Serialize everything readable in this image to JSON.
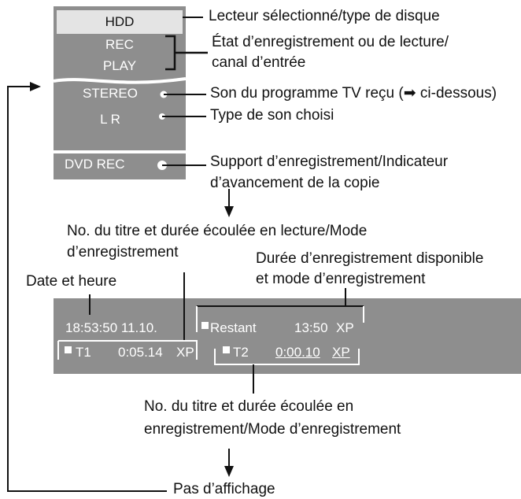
{
  "colors": {
    "panel": "#8e8e8e",
    "panel_light": "#e4e4e4",
    "osd_text": "#ffffff",
    "label_text": "#111111",
    "line": "#111111"
  },
  "osd_stack": {
    "hdd": "HDD",
    "rec": "REC",
    "play": "PLAY",
    "stereo": "STEREO",
    "lr": "L R",
    "dvd_rec": "DVD REC"
  },
  "osd_bar": {
    "clock": "18:53:50 11.10.",
    "remaining_label": "Restant",
    "remaining_time": "13:50",
    "remaining_mode": "XP",
    "play_title": "T1",
    "play_time": "0:05.14",
    "play_mode": "XP",
    "rec_title": "T2",
    "rec_time": "0:00.10",
    "rec_mode": "XP"
  },
  "labels": {
    "drive": "Lecteur sélectionné/type de disque",
    "state_1": "État d’enregistrement ou de lecture/",
    "state_2": "canal d’entrée",
    "sound_received": "Son du programme TV reçu (➡ ci-dessous)",
    "sound_chosen": "Type de son choisi",
    "media_1": "Support d’enregistrement/Indicateur",
    "media_2": "d’avancement de la copie",
    "play_info_1": "No. du titre et durée écoulée en lecture/Mode",
    "play_info_2": "d’enregistrement",
    "remaining_1": "Durée d’enregistrement disponible",
    "remaining_2": "et mode d’enregistrement",
    "date_time": "Date et heure",
    "rec_info_1": "No. du titre et durée écoulée en",
    "rec_info_2": "enregistrement/Mode d’enregistrement",
    "no_display": "Pas d’affichage"
  }
}
